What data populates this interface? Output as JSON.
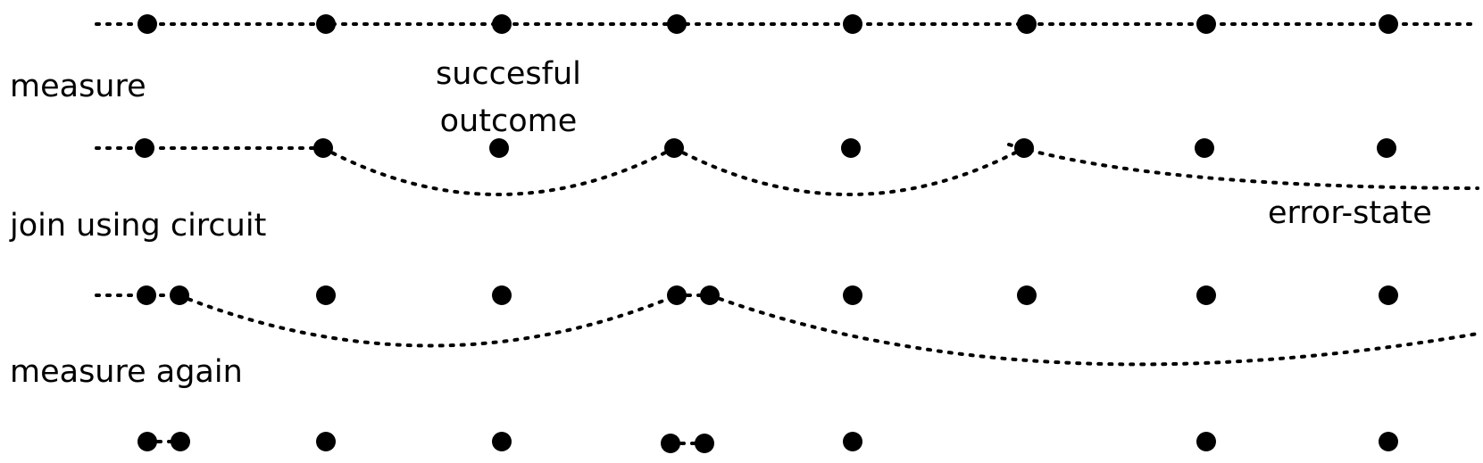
{
  "labels": {
    "measure": "measure",
    "outcome_line1": "succesful",
    "outcome_line2": "outcome",
    "join": "join using circuit",
    "error": "error-state",
    "again": "measure again"
  },
  "colors": {
    "ink": "#000000",
    "background": "#ffffff"
  }
}
